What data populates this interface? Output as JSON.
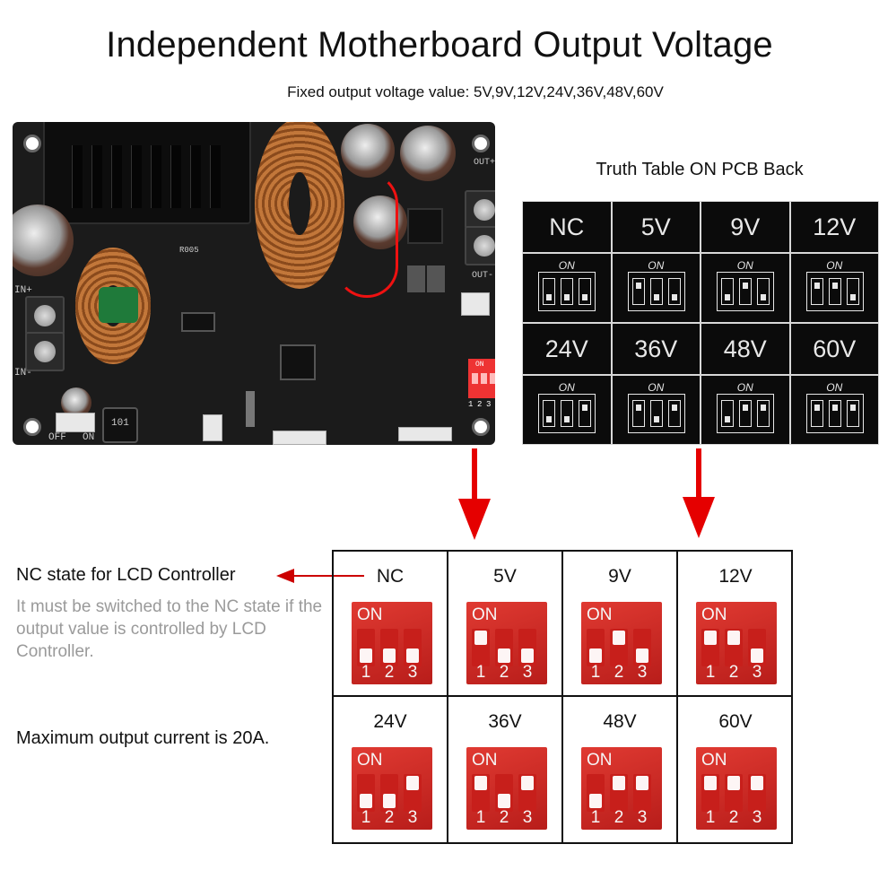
{
  "header": {
    "title": "Independent Motherboard Output Voltage",
    "subtitle": "Fixed output voltage value: 5V,9V,12V,24V,36V,48V,60V"
  },
  "pcb": {
    "labels": {
      "in_plus": "IN+",
      "in_minus": "IN-",
      "out_plus": "OUT+",
      "out_minus": "OUT-",
      "off": "OFF",
      "on": "ON",
      "dip_on": "ON",
      "dip_1": "1",
      "dip_2": "2",
      "dip_3": "3",
      "inductor_101": "101",
      "r005": "R005"
    }
  },
  "truth_table_back": {
    "caption": "Truth Table ON PCB Back",
    "on_label": "ON",
    "cells": [
      {
        "label": "NC"
      },
      {
        "label": "5V"
      },
      {
        "label": "9V"
      },
      {
        "label": "12V"
      },
      {
        "label": "24V"
      },
      {
        "label": "36V"
      },
      {
        "label": "48V"
      },
      {
        "label": "60V"
      }
    ]
  },
  "notes": {
    "nc_state": "NC state for LCD Controller",
    "nc_instruction": "It must be switched to the NC state if the output value is controlled by LCD Controller.",
    "max_current": "Maximum output current is 20A."
  },
  "dip_photos": {
    "on_label": "ON",
    "numbers": [
      "1",
      "2",
      "3"
    ],
    "cells": [
      {
        "label": "NC",
        "switches": [
          "off",
          "off",
          "off"
        ]
      },
      {
        "label": "5V",
        "switches": [
          "on",
          "off",
          "off"
        ]
      },
      {
        "label": "9V",
        "switches": [
          "off",
          "on",
          "off"
        ]
      },
      {
        "label": "12V",
        "switches": [
          "on",
          "on",
          "off"
        ]
      },
      {
        "label": "24V",
        "switches": [
          "off",
          "off",
          "on"
        ]
      },
      {
        "label": "36V",
        "switches": [
          "on",
          "off",
          "on"
        ]
      },
      {
        "label": "48V",
        "switches": [
          "off",
          "on",
          "on"
        ]
      },
      {
        "label": "60V",
        "switches": [
          "on",
          "on",
          "on"
        ]
      }
    ]
  },
  "colors": {
    "arrow": "#e50000",
    "dip_red": "#d42a24",
    "pcb_black": "#1b1b1b"
  }
}
